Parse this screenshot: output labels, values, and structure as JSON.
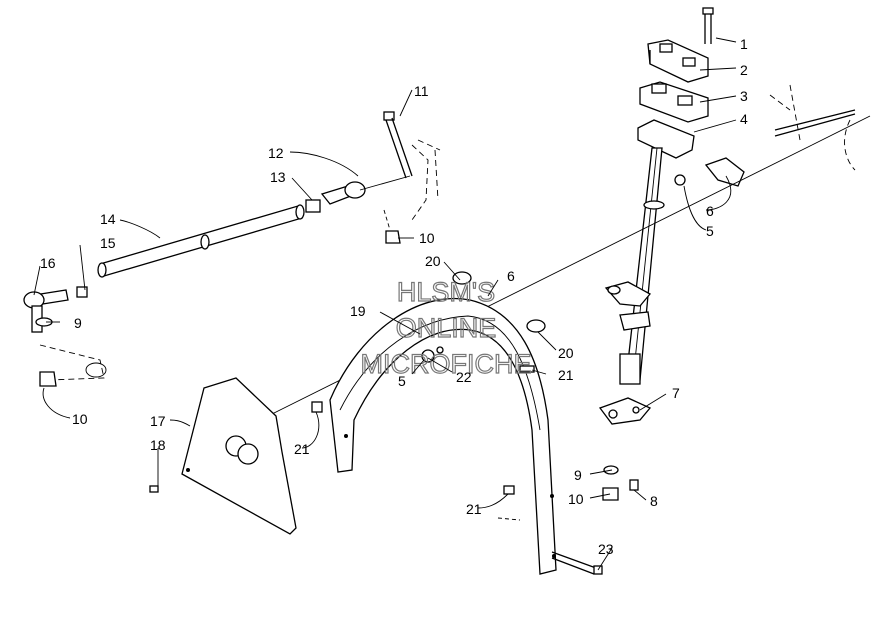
{
  "watermark": {
    "line1": "HLSM'S",
    "line2": "ONLINE",
    "line3": "MICROFICHE"
  },
  "callouts": [
    {
      "id": "c1",
      "text": "1"
    },
    {
      "id": "c2",
      "text": "2"
    },
    {
      "id": "c3",
      "text": "3"
    },
    {
      "id": "c4",
      "text": "4"
    },
    {
      "id": "c5a",
      "text": "5"
    },
    {
      "id": "c5b",
      "text": "5"
    },
    {
      "id": "c6a",
      "text": "6"
    },
    {
      "id": "c6b",
      "text": "6"
    },
    {
      "id": "c7",
      "text": "7"
    },
    {
      "id": "c8",
      "text": "8"
    },
    {
      "id": "c9a",
      "text": "9"
    },
    {
      "id": "c9b",
      "text": "9"
    },
    {
      "id": "c10a",
      "text": "10"
    },
    {
      "id": "c10b",
      "text": "10"
    },
    {
      "id": "c10c",
      "text": "10"
    },
    {
      "id": "c11",
      "text": "11"
    },
    {
      "id": "c12",
      "text": "12"
    },
    {
      "id": "c13",
      "text": "13"
    },
    {
      "id": "c14",
      "text": "14"
    },
    {
      "id": "c15",
      "text": "15"
    },
    {
      "id": "c16",
      "text": "16"
    },
    {
      "id": "c17",
      "text": "17"
    },
    {
      "id": "c18",
      "text": "18"
    },
    {
      "id": "c19",
      "text": "19"
    },
    {
      "id": "c20a",
      "text": "20"
    },
    {
      "id": "c20b",
      "text": "20"
    },
    {
      "id": "c21a",
      "text": "21"
    },
    {
      "id": "c21b",
      "text": "21"
    },
    {
      "id": "c21c",
      "text": "21"
    },
    {
      "id": "c22",
      "text": "22"
    },
    {
      "id": "c23",
      "text": "23"
    }
  ]
}
